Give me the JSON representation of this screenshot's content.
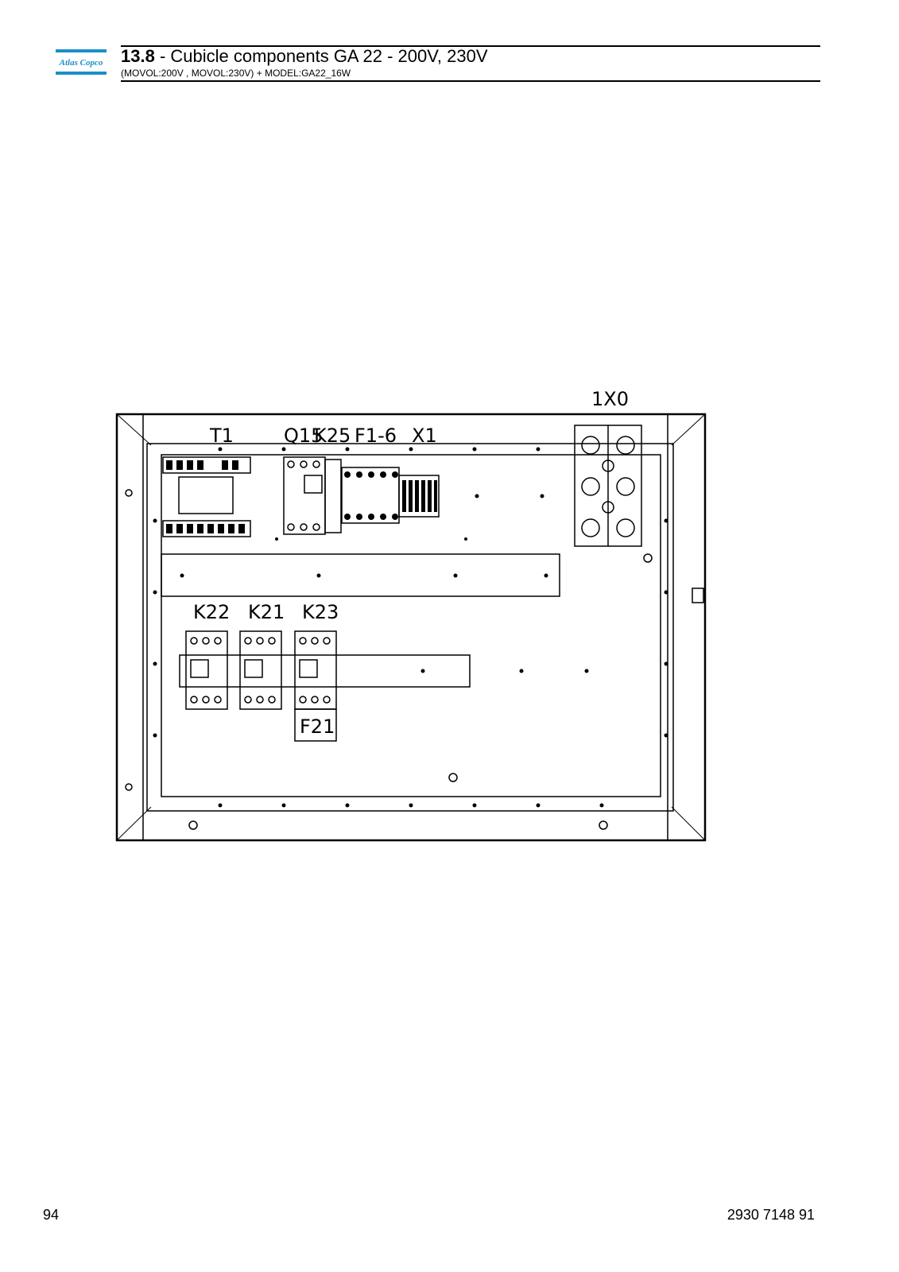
{
  "brand": {
    "logo_text": "Atlas Copco",
    "color": "#1a8fc9"
  },
  "header": {
    "section_number": "13.8",
    "title": " - Cubicle components GA 22 - 200V, 230V",
    "subtitle": "(MOVOL:200V , MOVOL:230V) + MODEL:GA22_16W"
  },
  "drawing": {
    "labels": {
      "t1": "T1",
      "q15": "Q15",
      "k25": "K25",
      "f1_6": "F1-6",
      "x1": "X1",
      "x0": "1X0",
      "k22": "K22",
      "k21": "K21",
      "k23": "K23",
      "f21": "F21"
    }
  },
  "footer": {
    "page_number": "94",
    "doc_number": "2930 7148 91"
  }
}
